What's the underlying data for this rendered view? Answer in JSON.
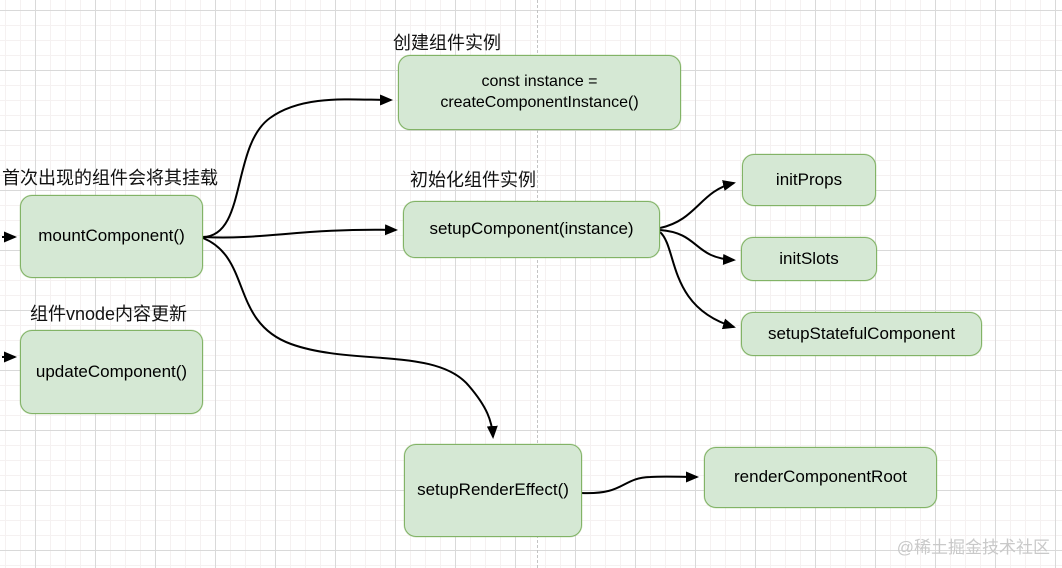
{
  "diagram": {
    "annotations": {
      "create_instance": "创建组件实例",
      "first_mount": "首次出现的组件会将其挂载",
      "vnode_update": "组件vnode内容更新",
      "init_instance": "初始化组件实例"
    },
    "nodes": {
      "create_component_instance_line1": "const instance =",
      "create_component_instance_line2": "createComponentInstance()",
      "mount_component": "mountComponent()",
      "update_component": "updateComponent()",
      "setup_component": "setupComponent(instance)",
      "init_props": "initProps",
      "init_slots": "initSlots",
      "setup_stateful_component": "setupStatefulComponent",
      "setup_render_effect": "setupRenderEffect()",
      "render_component_root": "renderComponentRoot"
    },
    "edges": [
      {
        "from": "canvas-left-edge",
        "to": "mount_component"
      },
      {
        "from": "canvas-left-edge",
        "to": "update_component"
      },
      {
        "from": "mount_component",
        "to": "create_component_instance"
      },
      {
        "from": "mount_component",
        "to": "setup_component"
      },
      {
        "from": "mount_component",
        "to": "setup_render_effect"
      },
      {
        "from": "setup_component",
        "to": "init_props"
      },
      {
        "from": "setup_component",
        "to": "init_slots"
      },
      {
        "from": "setup_component",
        "to": "setup_stateful_component"
      },
      {
        "from": "setup_render_effect",
        "to": "render_component_root"
      }
    ],
    "colors": {
      "node_fill": "#d5e8d4",
      "node_border": "#82b366",
      "arrow": "#000000",
      "grid_major": "#d9d9d9",
      "grid_minor": "#f5f1f1",
      "page_divider": "#c4c4c4",
      "watermark": "#c9c9c9"
    }
  },
  "watermark": "@稀土掘金技术社区"
}
